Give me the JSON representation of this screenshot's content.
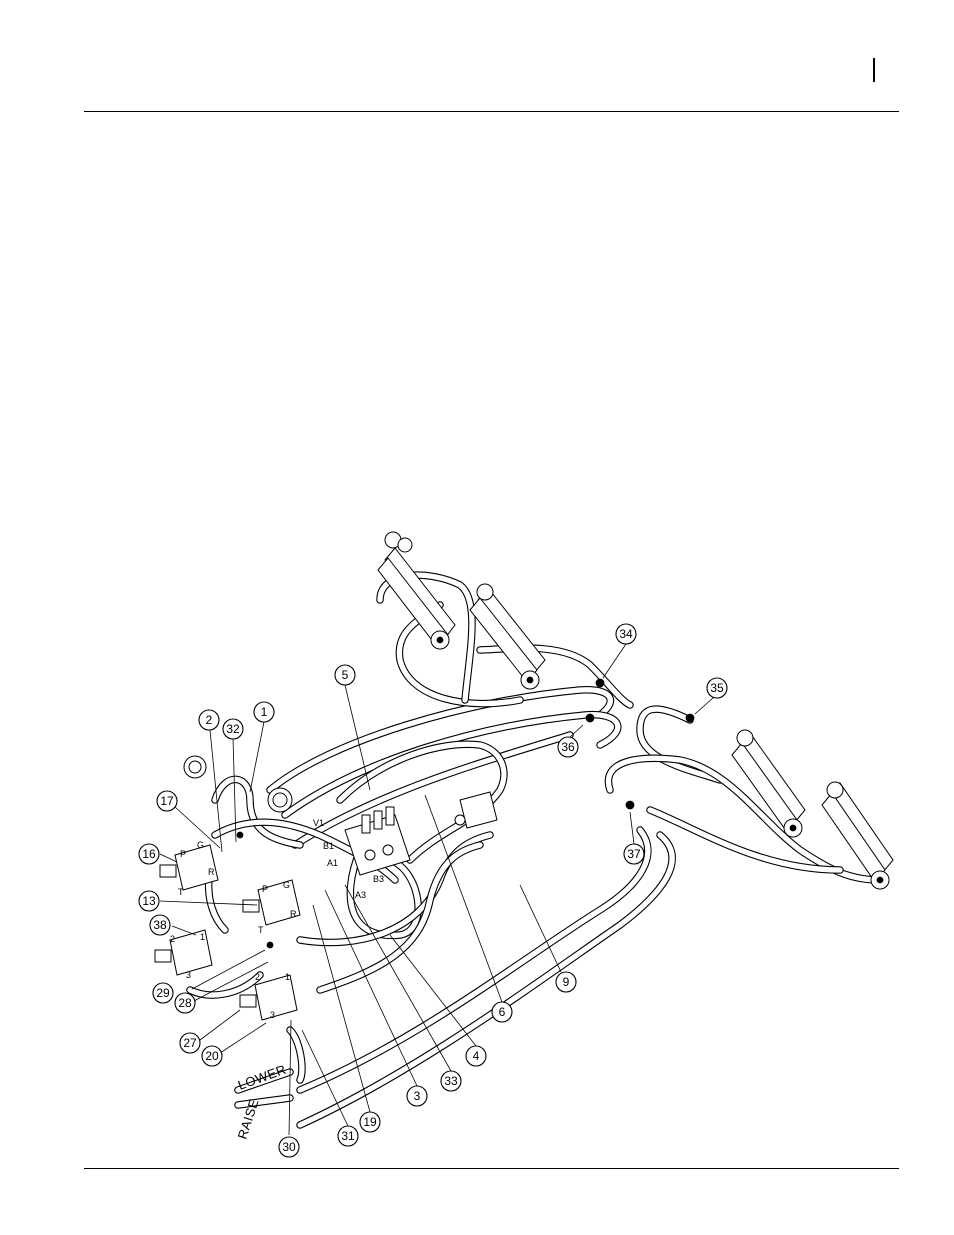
{
  "callouts": [
    "1",
    "2",
    "3",
    "4",
    "5",
    "6",
    "9",
    "13",
    "16",
    "17",
    "19",
    "20",
    "27",
    "28",
    "29",
    "30",
    "31",
    "32",
    "33",
    "34",
    "35",
    "36",
    "37",
    "38"
  ],
  "port_labels": {
    "v1": "V1",
    "b1": "B1",
    "a1": "A1",
    "b3": "B3",
    "a3": "A3",
    "p_upper": "P",
    "g_upper": "G",
    "r_upper": "R",
    "t_upper": "T",
    "p_lower": "P",
    "g_lower": "G",
    "r_lower": "R",
    "t_lower": "T",
    "n2_a": "2",
    "n1_a": "1",
    "n3_a": "3",
    "n2_b": "2",
    "n1_b": "1",
    "n3_b": "3"
  },
  "hose_labels": {
    "lower": "LOWER",
    "raise": "RAISE"
  }
}
